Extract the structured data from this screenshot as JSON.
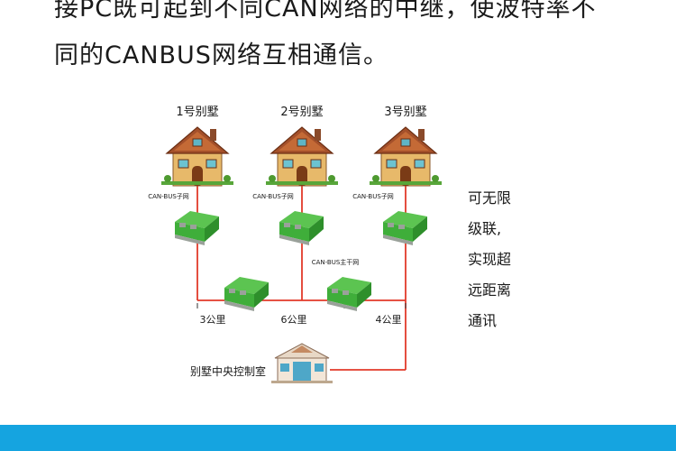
{
  "intro": {
    "line1": "接PC既可起到不同CAN网络的中继，使波特率不",
    "line2": "同的CANBUS网络互相通信。"
  },
  "villas": [
    {
      "title": "1号别墅",
      "subnet_label": "CAN-BUS子网"
    },
    {
      "title": "2号别墅",
      "subnet_label": "CAN-BUS子网"
    },
    {
      "title": "3号别墅",
      "subnet_label": "CAN-BUS子网"
    }
  ],
  "trunk_label": "CAN-BUS主干网",
  "distances": [
    "3公里",
    "6公里",
    "4公里"
  ],
  "control_room_label": "别墅中央控制室",
  "side_note": [
    "可无限",
    "级联,",
    "实现超",
    "远距离",
    "通讯"
  ],
  "colors": {
    "line": "#e23a2a",
    "module_green": "#3fae3a",
    "module_gray": "#9aa19a",
    "footer": "#15a4e0"
  }
}
